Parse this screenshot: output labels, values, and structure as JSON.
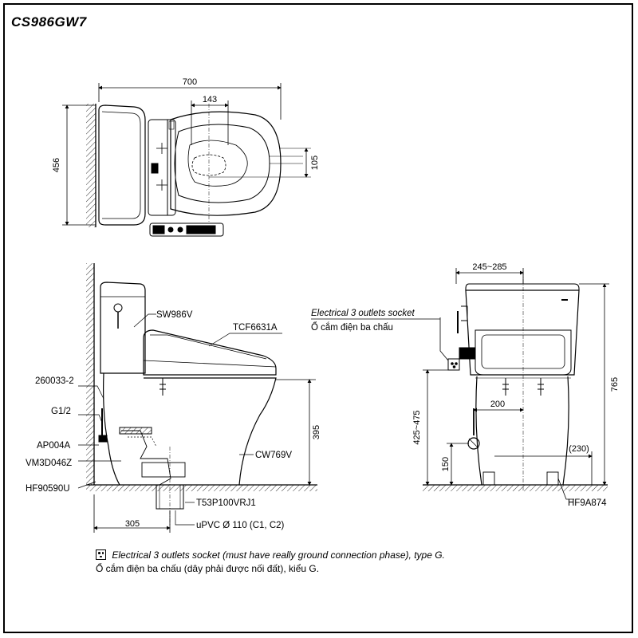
{
  "model": "CS986GW7",
  "dims": {
    "top_width": "700",
    "top_depth": "456",
    "top_143": "143",
    "top_105": "105",
    "side_height": "395",
    "side_305": "305",
    "front_245_285": "245~285",
    "front_765": "765",
    "front_425_475": "425~475",
    "front_200": "200",
    "front_150": "150",
    "front_230": "(230)"
  },
  "parts": {
    "seat_model": "SW986V",
    "cover_model": "TCF6631A",
    "bowl_model": "CW769V",
    "p_260033": "260033-2",
    "p_g12": "G1/2",
    "p_ap004a": "AP004A",
    "p_vm3d046z": "VM3D046Z",
    "p_hf90590u": "HF90590U",
    "p_t53": "T53P100VRJ1",
    "p_upvc": "uPVC Ø 110 (C1, C2)",
    "p_hf9a874": "HF9A874"
  },
  "socket": {
    "en": "Electrical 3 outlets socket",
    "vi": "Ổ cắm điện ba chấu"
  },
  "note": {
    "en": "Electrical 3 outlets socket (must have really ground connection phase), type G.",
    "vi": "Ổ cắm điện ba chấu (dây phải được nối đất), kiểu G."
  }
}
